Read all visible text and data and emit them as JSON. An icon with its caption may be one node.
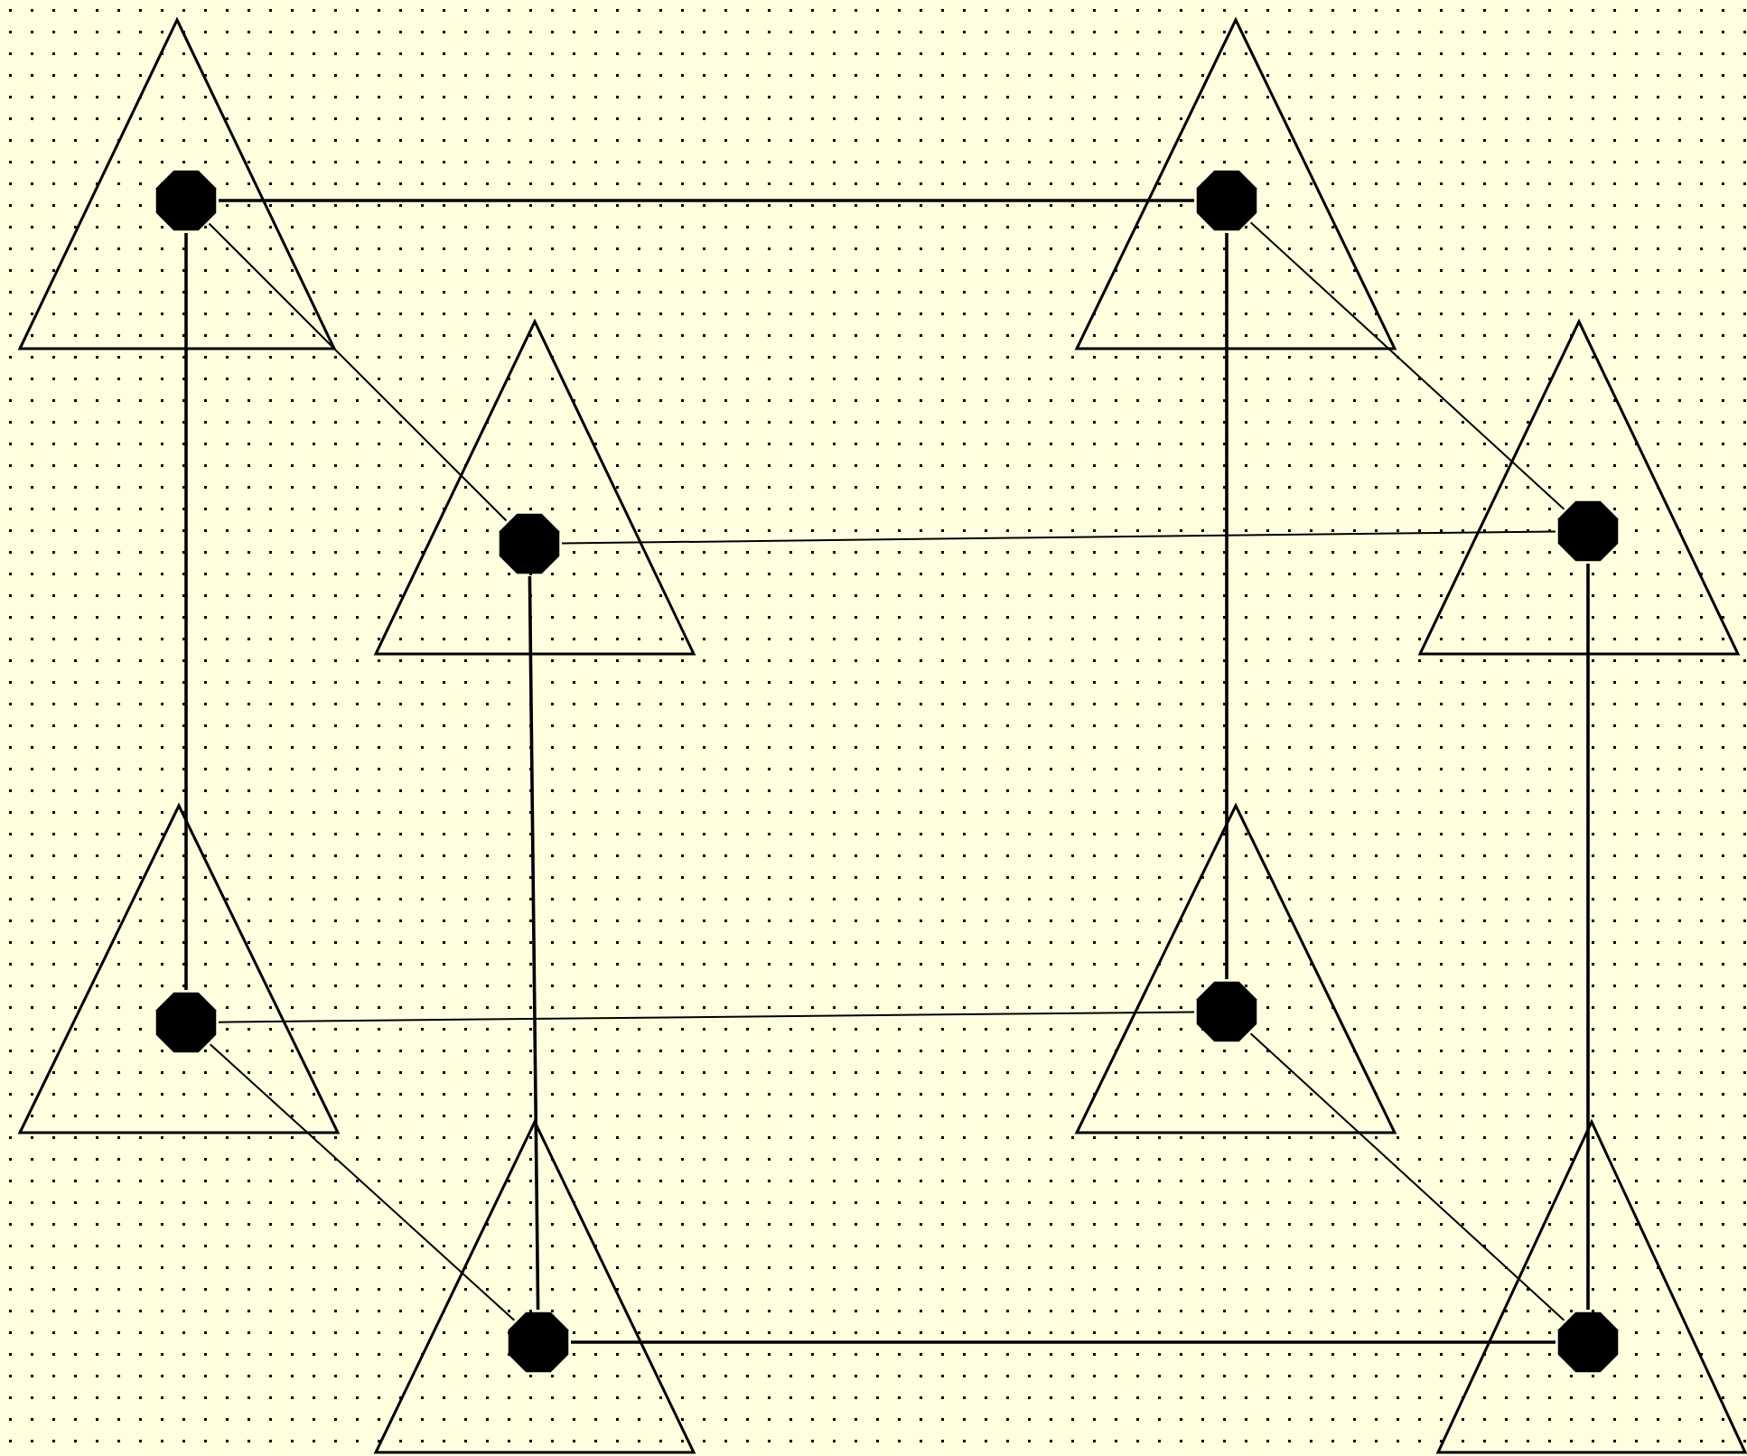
{
  "diagram": {
    "nodes": [
      {
        "text": [],
        "shape": "triangle"
      },
      {
        "text": [],
        "shape": "circle",
        "in": 0
      },
      {
        "text": [],
        "shape": "triangle"
      },
      {
        "text": [],
        "shape": "circle",
        "in": 2
      },
      {
        "text": [],
        "shape": "triangle"
      },
      {
        "text": [],
        "shape": "circle",
        "in": 4
      },
      {
        "text": [],
        "shape": "triangle"
      },
      {
        "text": [],
        "shape": "circle",
        "in": 6
      },
      {
        "text": [],
        "shape": "triangle"
      },
      {
        "text": [],
        "shape": "circle",
        "in": 8
      },
      {
        "text": [],
        "shape": "triangle"
      },
      {
        "text": [],
        "shape": "circle",
        "in": 10
      },
      {
        "text": [],
        "shape": "triangle"
      },
      {
        "text": [],
        "shape": "circle",
        "in": 12
      },
      {
        "text": [],
        "shape": "triangle"
      },
      {
        "text": [],
        "shape": "circle",
        "in": 14
      }
    ],
    "edges": [
      {
        "from": 1,
        "to": 3,
        "arrow": "none"
      },
      {
        "from": 1,
        "to": 5,
        "arrow": "none"
      },
      {
        "from": 1,
        "to": 9,
        "arrow": "none"
      },
      {
        "from": 3,
        "to": 7,
        "arrow": "none"
      },
      {
        "from": 3,
        "to": 11,
        "arrow": "none"
      },
      {
        "from": 5,
        "to": 7,
        "arrow": "none"
      },
      {
        "from": 5,
        "to": 13,
        "arrow": "none"
      },
      {
        "from": 7,
        "to": 15,
        "arrow": "none"
      },
      {
        "from": 9,
        "to": 11,
        "arrow": "none"
      },
      {
        "from": 9,
        "to": 13,
        "arrow": "none"
      },
      {
        "from": 11,
        "to": 15,
        "arrow": "none"
      },
      {
        "from": 13,
        "to": 15,
        "arrow": "none"
      }
    ]
  }
}
